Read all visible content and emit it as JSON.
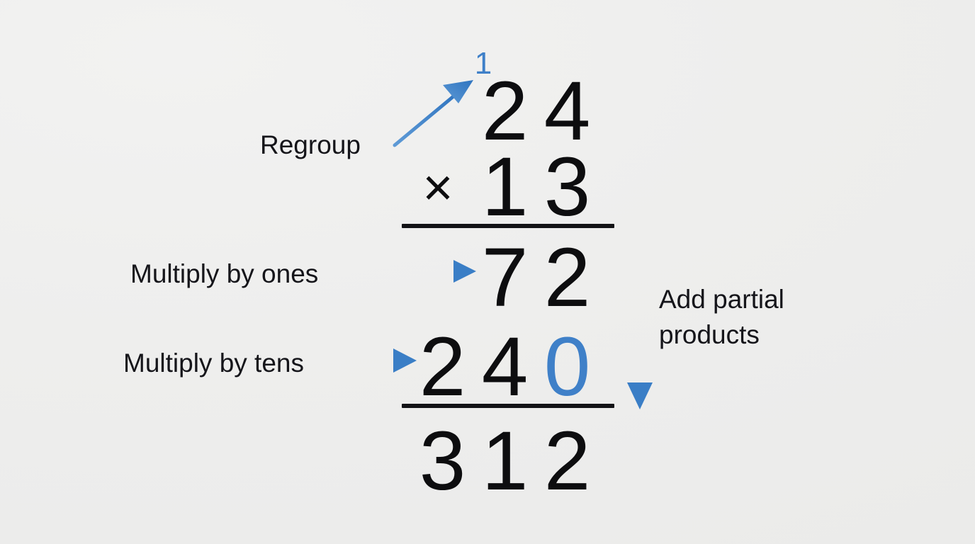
{
  "theme": {
    "background": "#efefee",
    "ink": "#0d0d0f",
    "accent": "#3f80c8",
    "rule": "#131316"
  },
  "problem": {
    "multiplicand": "24",
    "multiplier": "13",
    "operator": "×",
    "carry_digit": "1",
    "partial_product_ones": "72",
    "partial_product_tens": "240",
    "placeholder_zero": "0",
    "total": "312"
  },
  "rows": {
    "top": {
      "tens": "2",
      "ones": "4"
    },
    "second": {
      "operator": "×",
      "tens": "1",
      "ones": "3"
    },
    "partial_ones": {
      "tens": "7",
      "ones": "2"
    },
    "partial_tens": {
      "hundreds": "2",
      "tens": "4",
      "ones": "0"
    },
    "sum": {
      "hundreds": "3",
      "tens": "1",
      "ones": "2"
    }
  },
  "annotations": {
    "regroup": "Regroup",
    "multiply_ones": "Multiply by ones",
    "multiply_tens": "Multiply by tens",
    "add_partial_line1": "Add partial",
    "add_partial_line2": "products"
  },
  "icons": {
    "regroup_arrow": "arrow-up-right-icon",
    "ones_arrow": "arrow-right-icon",
    "tens_arrow": "arrow-right-icon",
    "sum_arrow": "arrow-down-icon"
  }
}
